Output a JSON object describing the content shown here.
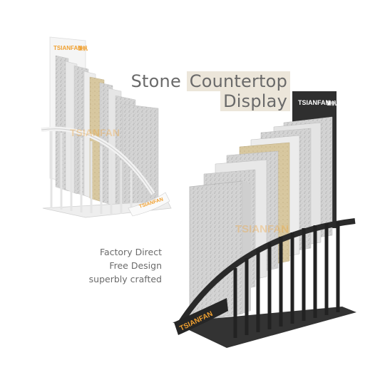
{
  "headline": {
    "line1_prefix": "Stone ",
    "line1_highlight": "Countertop",
    "line2": "Display"
  },
  "tagline": {
    "line1": "Factory Direct",
    "line2": "Free Design",
    "line3": "superbly crafted"
  },
  "brand": {
    "name": "TSIANFAN",
    "cn_mark": "谦帆",
    "accent_color": "#f0a030"
  },
  "colors": {
    "white_rack": "#f4f4f4",
    "black_rack": "#2b2b2b",
    "stone_grey": "#d6d6d6",
    "stone_beige": "#d8c9a3",
    "highlight_bg": "#ece6da"
  }
}
